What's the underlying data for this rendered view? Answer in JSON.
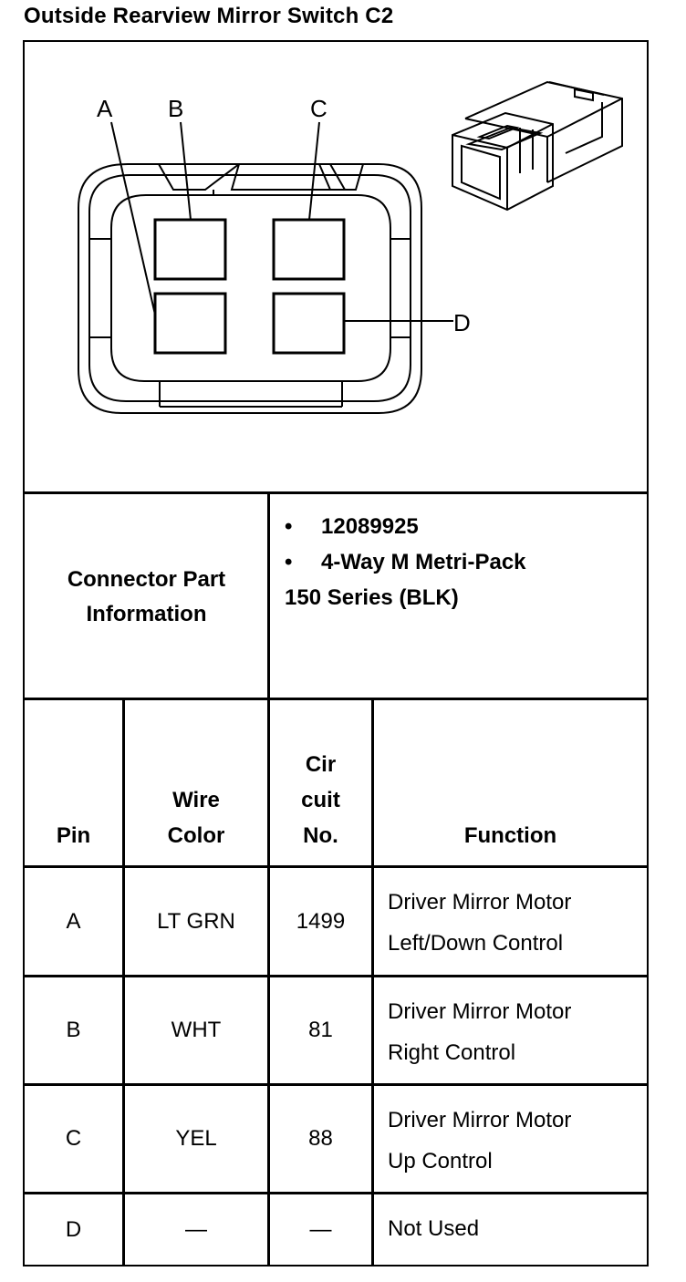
{
  "title": "Outside Rearview Mirror Switch C2",
  "diagram": {
    "pin_labels": [
      "A",
      "B",
      "C",
      "D"
    ]
  },
  "connector_part_info": {
    "label_line1": "Connector Part",
    "label_line2": "Information",
    "bullet": "•",
    "part_number": "12089925",
    "description_line1": "4-Way M Metri-Pack",
    "description_line2": "150 Series (BLK)"
  },
  "table": {
    "headers": {
      "pin": "Pin",
      "wire_color_line1": "Wire",
      "wire_color_line2": "Color",
      "circuit_line1": "Cir",
      "circuit_line2": "cuit",
      "circuit_line3": "No.",
      "function": "Function"
    },
    "rows": [
      {
        "pin": "A",
        "wire_color": "LT GRN",
        "circuit": "1499",
        "function_line1": "Driver Mirror Motor",
        "function_line2": "Left/Down Control"
      },
      {
        "pin": "B",
        "wire_color": "WHT",
        "circuit": "81",
        "function_line1": "Driver Mirror Motor",
        "function_line2": "Right Control"
      },
      {
        "pin": "C",
        "wire_color": "YEL",
        "circuit": "88",
        "function_line1": "Driver Mirror Motor",
        "function_line2": "Up Control"
      },
      {
        "pin": "D",
        "wire_color": "—",
        "circuit": "—",
        "function_line1": "Not Used",
        "function_line2": ""
      }
    ]
  }
}
